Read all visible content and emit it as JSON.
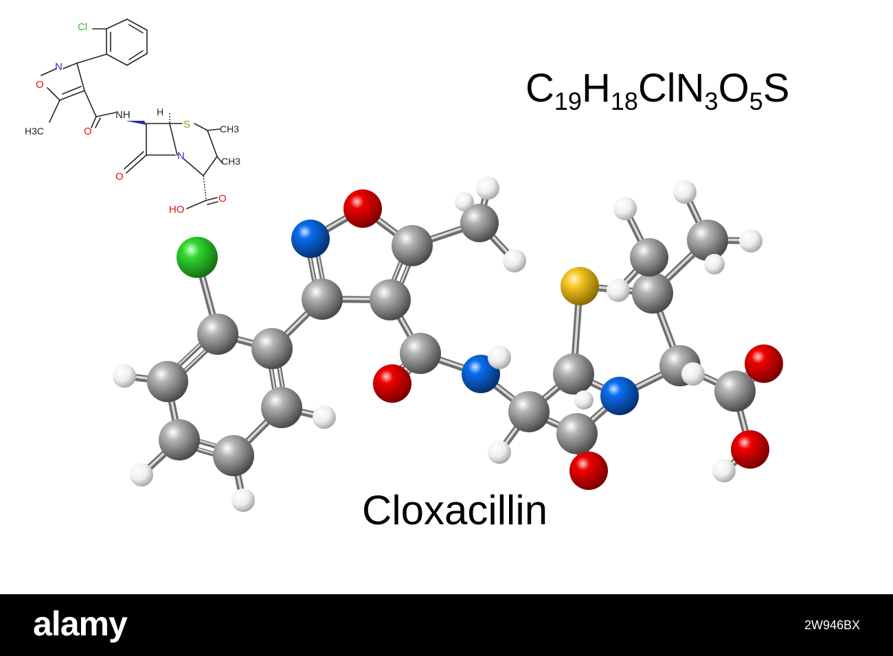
{
  "formula": {
    "parts": [
      {
        "t": "C",
        "sub": "19"
      },
      {
        "t": "H",
        "sub": "18"
      },
      {
        "t": "ClN",
        "sub": "3"
      },
      {
        "t": "O",
        "sub": "5"
      },
      {
        "t": "S",
        "sub": ""
      }
    ]
  },
  "compound_name": "Cloxacillin",
  "skeletal_labels": {
    "cl": "Cl",
    "n_ring": "N",
    "o_ring": "O",
    "h3c": "H3C",
    "o_amide": "O",
    "nh": "NH",
    "h": "H",
    "s": "S",
    "ch3_top": "CH3",
    "ch3_bottom": "CH3",
    "n_lactam": "N",
    "o_lactam": "O",
    "o_acid": "O",
    "ho": "HO"
  },
  "footer": {
    "brand": "alamy",
    "image_id": "2W946BX"
  },
  "colors": {
    "carbon": "#8c8c8c",
    "hydrogen": "#f0f0f0",
    "oxygen": "#e00000",
    "nitrogen": "#0a64e6",
    "sulfur": "#f2c21e",
    "chlorine": "#2ed22e",
    "footer_bg": "#000000"
  }
}
